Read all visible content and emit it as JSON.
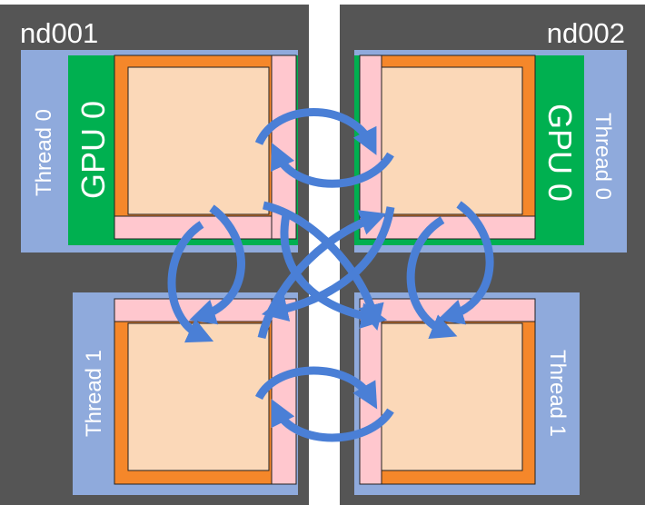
{
  "nodes": [
    {
      "label": "nd001"
    },
    {
      "label": "nd002"
    }
  ],
  "labels": {
    "thread0_left": "Thread 0",
    "thread1_left": "Thread 1",
    "thread0_right": "Thread 0",
    "thread1_right": "Thread 1",
    "gpu_left": "GPU 0",
    "gpu_right": "GPU 0"
  },
  "colors": {
    "node_bg": "#555555",
    "thread_bg": "#8faadc",
    "gpu_bg": "#00b050",
    "halo_orange": "#f5872a",
    "halo_pink": "#ffc7ce",
    "interior": "#fbd8b8",
    "arrow": "#4a7fd6"
  }
}
